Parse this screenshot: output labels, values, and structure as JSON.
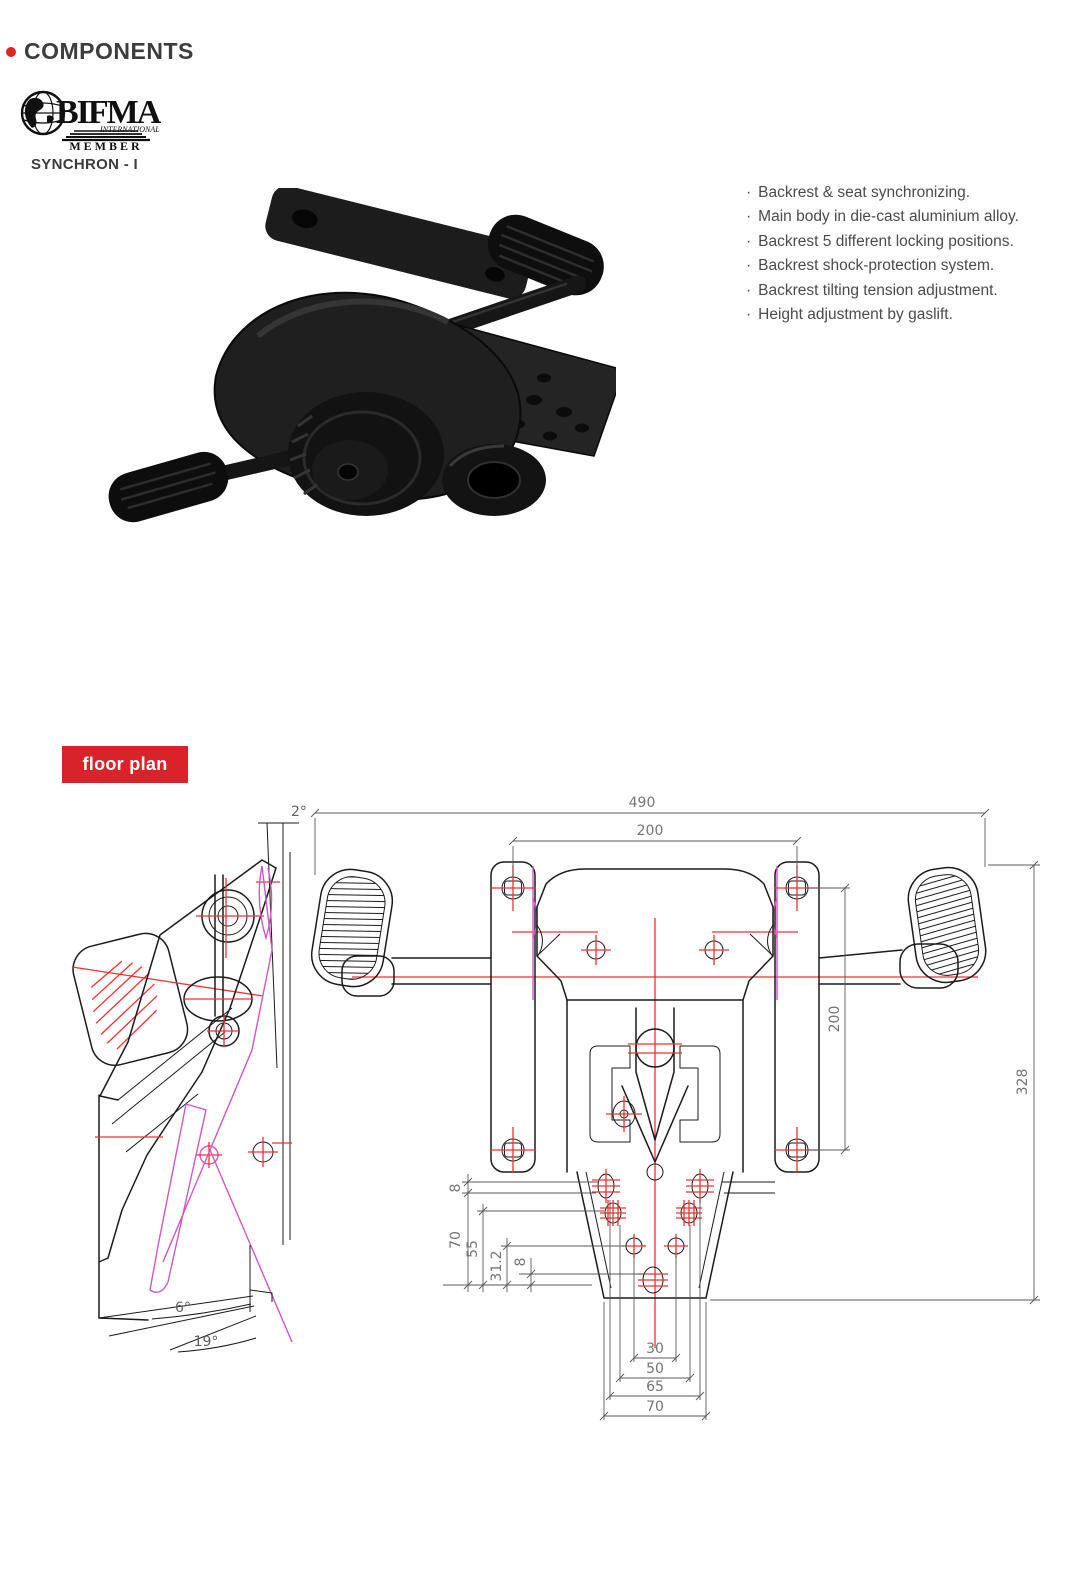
{
  "header": {
    "title": "COMPONENTS"
  },
  "logo": {
    "name": "BIFMA",
    "subtitle": "INTERNATIONAL",
    "member": "MEMBER"
  },
  "product": {
    "name": "SYNCHRON - I"
  },
  "features": [
    "Backrest & seat synchronizing.",
    "Main body in die-cast aluminium alloy.",
    "Backrest 5 different locking positions.",
    "Backrest shock-protection system.",
    "Backrest tilting tension adjustment.",
    "Height adjustment by gaslift."
  ],
  "features_bullet": "·",
  "floorplan": {
    "label": "floor plan"
  },
  "colors": {
    "accent_red": "#d8232a",
    "drawing_red": "#f23030",
    "drawing_magenta": "#cf58c4",
    "line_black": "#1b1b1b",
    "dim_text_gray": "#757575"
  },
  "drawing": {
    "plan": {
      "overall_width": "490",
      "mount_hole_spacing": "200",
      "mount_plate_spacing": "200",
      "overall_depth": "328",
      "left_stack": [
        "8",
        "70",
        "55",
        "31.2",
        "8"
      ],
      "bottom_stack": [
        "30",
        "50",
        "65",
        "70"
      ]
    },
    "side": {
      "back_angle": "2°",
      "sync_angle": "6°",
      "tilt_angle": "19°"
    }
  }
}
